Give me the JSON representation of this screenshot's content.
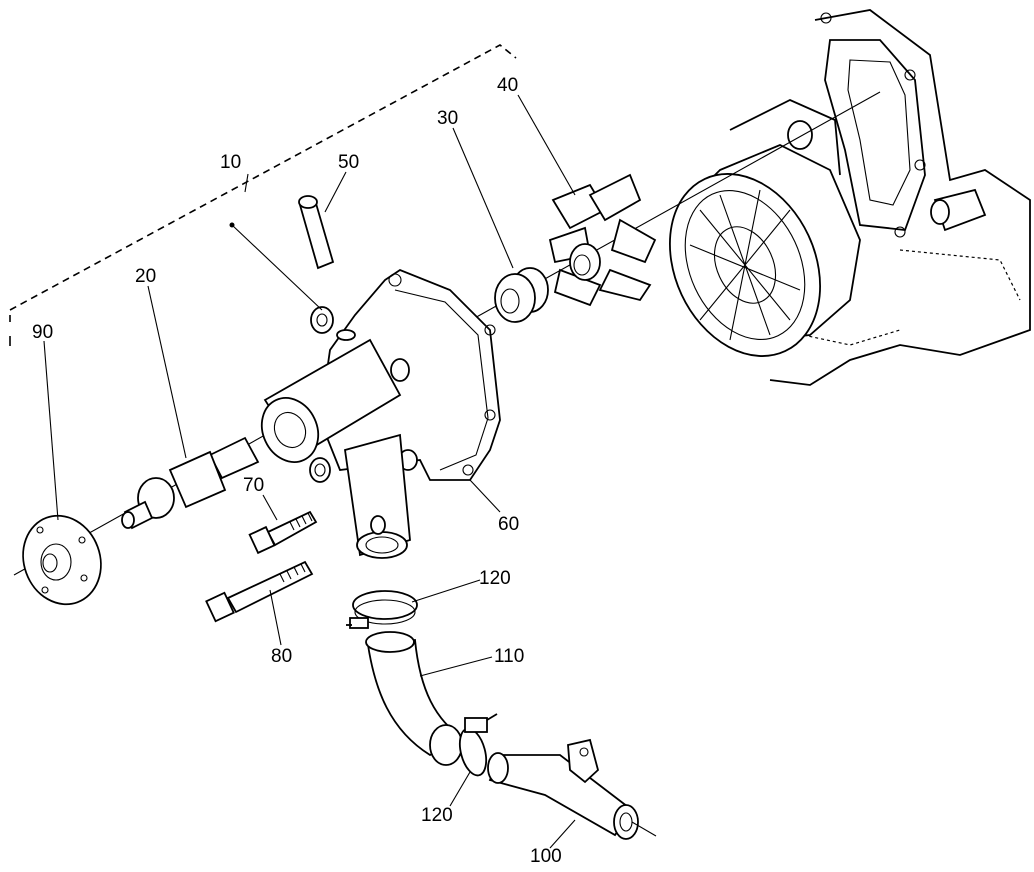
{
  "callouts": {
    "c10": "10",
    "c20": "20",
    "c30": "30",
    "c40": "40",
    "c50": "50",
    "c60": "60",
    "c70": "70",
    "c80": "80",
    "c90": "90",
    "c100": "100",
    "c110": "110",
    "c120a": "120",
    "c120b": "120"
  },
  "parts": [
    {
      "ref": "10",
      "name": "water-pump-assembly"
    },
    {
      "ref": "20",
      "name": "pump-shaft-bearing"
    },
    {
      "ref": "30",
      "name": "mechanical-seal"
    },
    {
      "ref": "40",
      "name": "impeller"
    },
    {
      "ref": "50",
      "name": "pipe-fitting"
    },
    {
      "ref": "60",
      "name": "gasket"
    },
    {
      "ref": "70",
      "name": "short-bolt"
    },
    {
      "ref": "80",
      "name": "long-bolt"
    },
    {
      "ref": "90",
      "name": "fan-pulley-flange"
    },
    {
      "ref": "100",
      "name": "water-pipe"
    },
    {
      "ref": "110",
      "name": "hose"
    },
    {
      "ref": "120",
      "name": "hose-clamp"
    }
  ]
}
